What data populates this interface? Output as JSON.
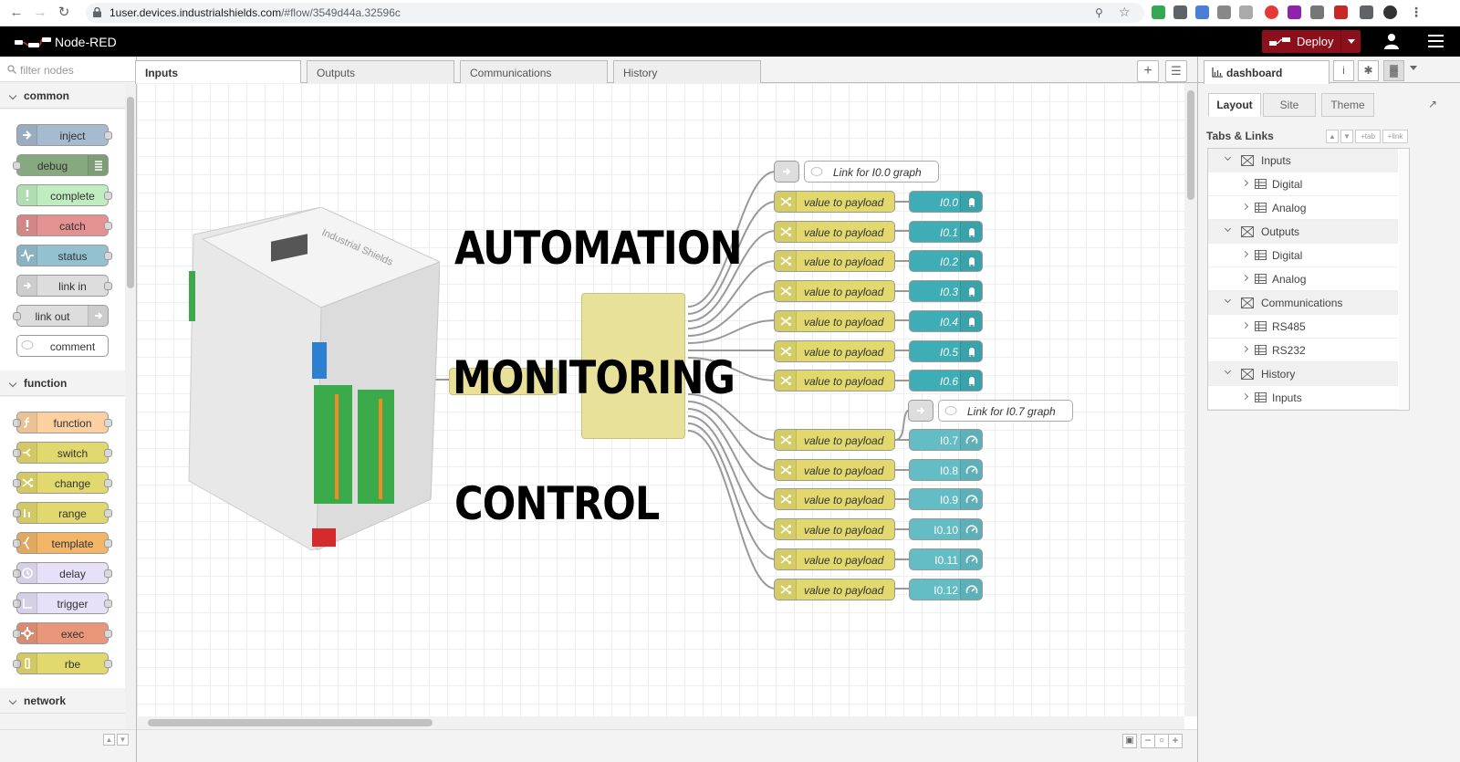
{
  "browser": {
    "url_host": "1user.devices.industrialshields.com",
    "url_path": "/#flow/3549d44a.32596c"
  },
  "header": {
    "title": "Node-RED",
    "deploy_label": "Deploy"
  },
  "palette": {
    "filter_placeholder": "filter nodes",
    "categories": [
      {
        "label": "common",
        "nodes": [
          {
            "label": "inject",
            "color": "#a6bbcf"
          },
          {
            "label": "debug",
            "color": "#87a980"
          },
          {
            "label": "complete",
            "color": "#c0edc0"
          },
          {
            "label": "catch",
            "color": "#e49191"
          },
          {
            "label": "status",
            "color": "#94c1d0"
          },
          {
            "label": "link in",
            "color": "#dddddd"
          },
          {
            "label": "link out",
            "color": "#dddddd"
          },
          {
            "label": "comment",
            "color": "#ffffff"
          }
        ]
      },
      {
        "label": "function",
        "nodes": [
          {
            "label": "function",
            "color": "#fdd0a2"
          },
          {
            "label": "switch",
            "color": "#e2d96e"
          },
          {
            "label": "change",
            "color": "#e2d96e"
          },
          {
            "label": "range",
            "color": "#e2d96e"
          },
          {
            "label": "template",
            "color": "#f3b567"
          },
          {
            "label": "delay",
            "color": "#e6e0f8"
          },
          {
            "label": "trigger",
            "color": "#e6e0f8"
          },
          {
            "label": "exec",
            "color": "#e9967a"
          },
          {
            "label": "rbe",
            "color": "#e2d96e"
          }
        ]
      },
      {
        "label": "network",
        "nodes": []
      }
    ]
  },
  "workspace": {
    "tabs": [
      "Inputs",
      "Outputs",
      "Communications",
      "History"
    ],
    "active_tab": "Inputs",
    "overlay_text": [
      "AUTOMATION",
      "MONITORING",
      "CONTROL"
    ],
    "comment_nodes": [
      "Link for I0.0 graph",
      "Link for I0.7 graph"
    ],
    "change_label": "value to payload",
    "led_outputs": [
      "I0.0",
      "I0.1",
      "I0.2",
      "I0.3",
      "I0.4",
      "I0.5",
      "I0.6"
    ],
    "gauge_outputs": [
      "I0.7",
      "I0.8",
      "I0.9",
      "I0.10",
      "I0.11",
      "I0.12"
    ]
  },
  "sidebar": {
    "active_tab": "dashboard",
    "dash_tabs": [
      "Layout",
      "Site",
      "Theme"
    ],
    "tabs_links_title": "Tabs & Links",
    "tab_btn": "+tab",
    "link_btn": "+link",
    "tree": [
      {
        "label": "Inputs",
        "group": true
      },
      {
        "label": "Digital",
        "group": false
      },
      {
        "label": "Analog",
        "group": false
      },
      {
        "label": "Outputs",
        "group": true
      },
      {
        "label": "Digital",
        "group": false
      },
      {
        "label": "Analog",
        "group": false
      },
      {
        "label": "Communications",
        "group": true
      },
      {
        "label": "RS485",
        "group": false
      },
      {
        "label": "RS232",
        "group": false
      },
      {
        "label": "History",
        "group": true
      },
      {
        "label": "Inputs",
        "group": false
      }
    ]
  },
  "colors": {
    "deploy": "#8c101c",
    "change_node": "#e2d96e",
    "dashboard_node": "#3fadb5"
  }
}
